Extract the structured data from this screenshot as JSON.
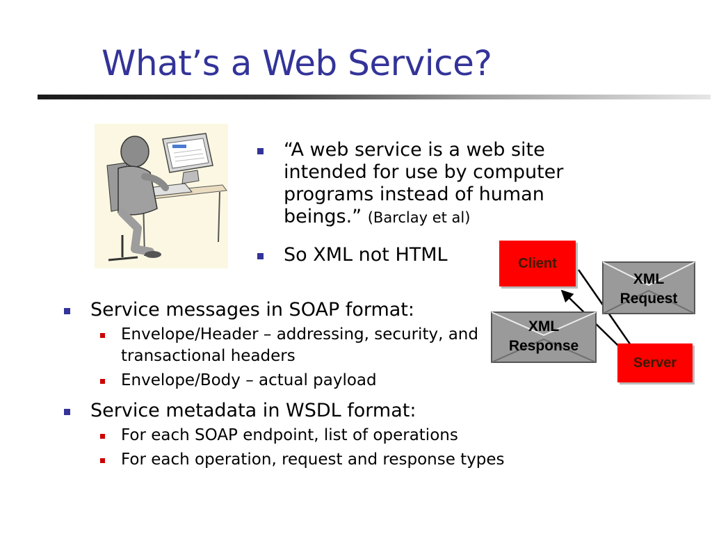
{
  "slide": {
    "title": "What’s a Web Service?"
  },
  "top_bullets": [
    {
      "text": "“A web service is a web site intended for use by computer programs instead of human beings.”",
      "cite": "(Barclay et al)"
    },
    {
      "text": "So XML not HTML"
    }
  ],
  "main_bullets": [
    {
      "text": "Service messages in SOAP format:",
      "subs": [
        "Envelope/Header – addressing, security, and transactional headers",
        "Envelope/Body – actual payload"
      ]
    },
    {
      "text": "Service metadata in WSDL format:",
      "subs": [
        "For each SOAP endpoint, list of operations",
        "For each operation, request and response types"
      ]
    }
  ],
  "diagram": {
    "client_label": "Client",
    "server_label": "Server",
    "request_label_line1": "XML",
    "request_label_line2": "Request",
    "response_label_line1": "XML",
    "response_label_line2": "Response"
  },
  "colors": {
    "title": "#333399",
    "bullet_l1": "#333399",
    "bullet_l2": "#cc0000",
    "box": "#ff0000"
  },
  "images": {
    "clipart": "person-at-computer-illustration"
  }
}
